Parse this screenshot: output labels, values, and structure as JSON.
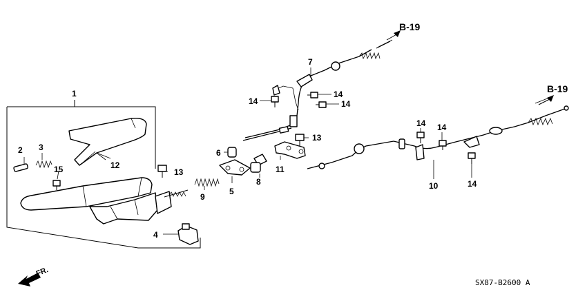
{
  "callouts": {
    "p1": "1",
    "p2": "2",
    "p3": "3",
    "p4": "4",
    "p5": "5",
    "p6": "6",
    "p7": "7",
    "p8": "8",
    "p9": "9",
    "p10": "10",
    "p11": "11",
    "p12": "12",
    "p13a": "13",
    "p13b": "13",
    "p14a": "14",
    "p14b": "14",
    "p14c": "14",
    "p14d": "14",
    "p14e": "14",
    "p14f": "14",
    "p15": "15"
  },
  "refs": {
    "top": "B-19",
    "right": "B-19"
  },
  "front_label": "FR.",
  "diagram_code": "SX87-B2600 A"
}
